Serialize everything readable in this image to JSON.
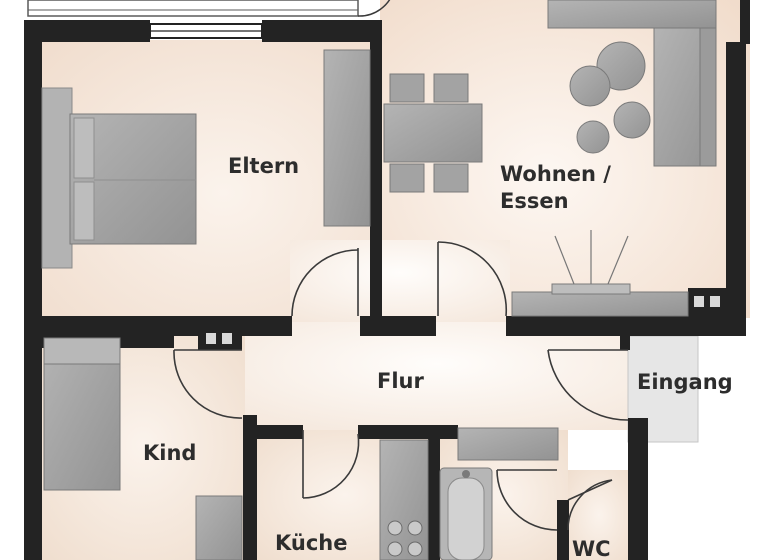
{
  "rooms": {
    "eltern": "Eltern",
    "wohnen_1": "Wohnen /",
    "wohnen_2": "Essen",
    "flur": "Flur",
    "eingang": "Eingang",
    "kind": "Kind",
    "kueche": "Küche",
    "wc": "WC"
  },
  "colors": {
    "wall": "#232323",
    "floor": "#f5e5d8",
    "floor_light": "#fbf4ee",
    "furniture": "#a6a6a6",
    "furniture_dark": "#8c8c8c",
    "furniture_edge": "#6e6e6e",
    "window": "#ffffff",
    "door_swing": "#3a3a3a",
    "entrance_mat": "#e6e6e6",
    "label": "#2d2d2d"
  }
}
